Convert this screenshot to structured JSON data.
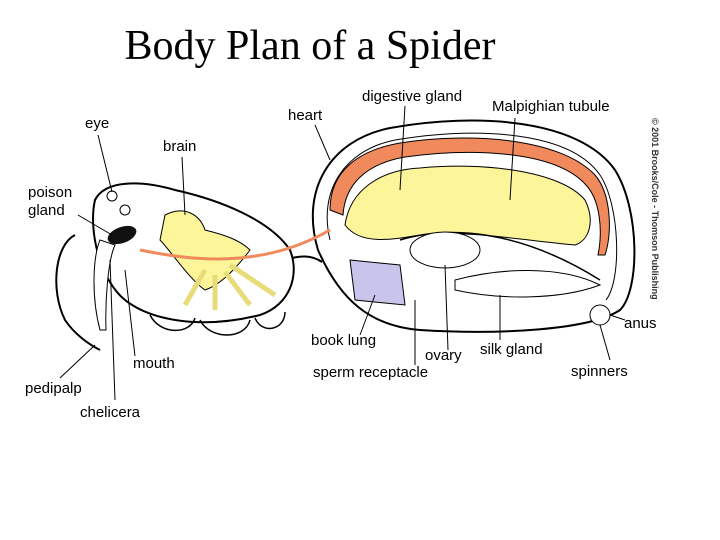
{
  "title": "Body Plan of a Spider",
  "copyright": "© 2001 Brooks/Cole - Thomson Publishing",
  "labels": {
    "eye": "eye",
    "brain": "brain",
    "poison_gland": "poison\ngland",
    "poison_gland_l1": "poison",
    "poison_gland_l2": "gland",
    "heart": "heart",
    "digestive_gland": "digestive gland",
    "malpighian_tubule": "Malpighian tubule",
    "anus": "anus",
    "book_lung": "book lung",
    "ovary": "ovary",
    "silk_gland": "silk gland",
    "spinners": "spinners",
    "sperm_receptacle": "sperm receptacle",
    "mouth": "mouth",
    "pedipalp": "pedipalp",
    "chelicera": "chelicera"
  },
  "colors": {
    "heart": "#f08a5d",
    "gland": "#fdf59a",
    "nerve": "#fbf3a0",
    "lung": "#c9c4ec"
  }
}
